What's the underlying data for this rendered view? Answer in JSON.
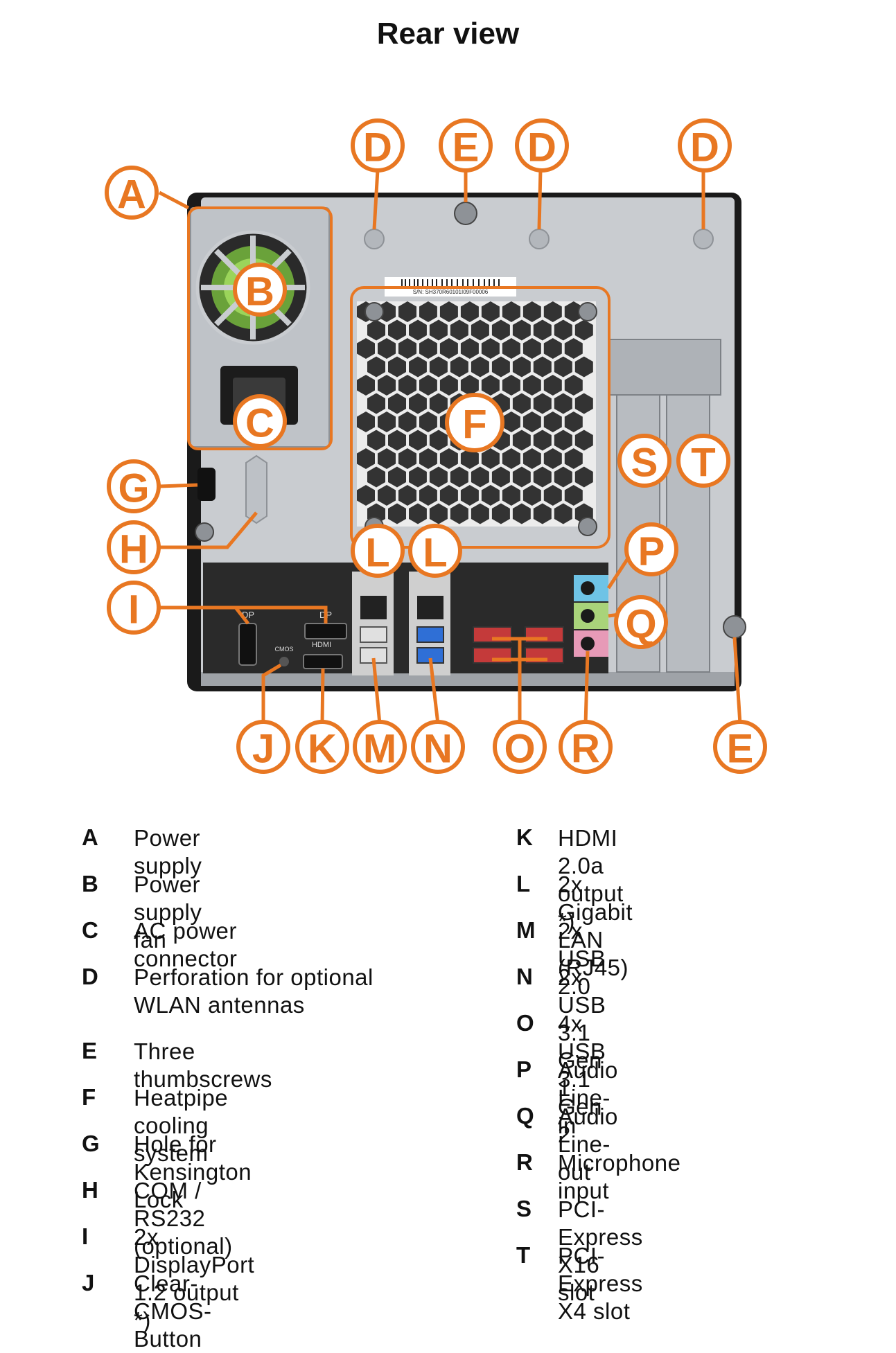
{
  "title": "Rear view",
  "colors": {
    "accent": "#e87722",
    "chassis": "#1a1a1a",
    "panel": "#c9ccd0",
    "io_shield": "#2a2a2a",
    "usb2": "#d0d0d0",
    "usb31g1": "#2f6fd6",
    "usb31g2": "#c43a3a",
    "line_in": "#6ec3e6",
    "line_out": "#a9d37a",
    "mic": "#e79ab7"
  },
  "panel_labels": {
    "serial": "S/N: SH370R60101I09F00006",
    "dp1": "DP",
    "dp2": "DP",
    "hdmi": "HDMI",
    "cmos": "CMOS"
  },
  "callouts": {
    "A": "A",
    "B": "B",
    "C": "C",
    "D1": "D",
    "D2": "D",
    "D3": "D",
    "E1": "E",
    "E2": "E",
    "F": "F",
    "G": "G",
    "H": "H",
    "I": "I",
    "J": "J",
    "K": "K",
    "L1": "L",
    "L2": "L",
    "M": "M",
    "N": "N",
    "O": "O",
    "P": "P",
    "Q": "Q",
    "R": "R",
    "S": "S",
    "T": "T"
  },
  "legend": {
    "left": [
      {
        "letter": "A",
        "text": "Power supply"
      },
      {
        "letter": "B",
        "text": "Power supply fan"
      },
      {
        "letter": "C",
        "text": "AC power connector"
      },
      {
        "letter": "D",
        "text": "Perforation for optional\nWLAN antennas"
      },
      {
        "letter": "E",
        "text": "Three thumbscrews"
      },
      {
        "letter": "F",
        "text": "Heatpipe cooling system"
      },
      {
        "letter": "G",
        "text": "Hole for Kensington Lock"
      },
      {
        "letter": "H",
        "text": "COM / RS232 (optional)"
      },
      {
        "letter": "I",
        "text": "2x DisplayPort 1.2 output *)"
      },
      {
        "letter": "J",
        "text": "Clear-CMOS-Button"
      }
    ],
    "right": [
      {
        "letter": "K",
        "text": "HDMI 2.0a output *)"
      },
      {
        "letter": "L",
        "text": "2x Gigabit LAN (RJ45)"
      },
      {
        "letter": "M",
        "text": "2x USB 2.0"
      },
      {
        "letter": "N",
        "text": "2x USB 3.1 Gen 1"
      },
      {
        "letter": "O",
        "text": "4x USB 3.1 Gen 2"
      },
      {
        "letter": "P",
        "text": "Audio Line-in"
      },
      {
        "letter": "Q",
        "text": "Audio Line-out"
      },
      {
        "letter": "R",
        "text": "Microphone input"
      },
      {
        "letter": "S",
        "text": "PCI-Express X16 slot"
      },
      {
        "letter": "T",
        "text": "PCI-Express X4 slot"
      }
    ]
  }
}
